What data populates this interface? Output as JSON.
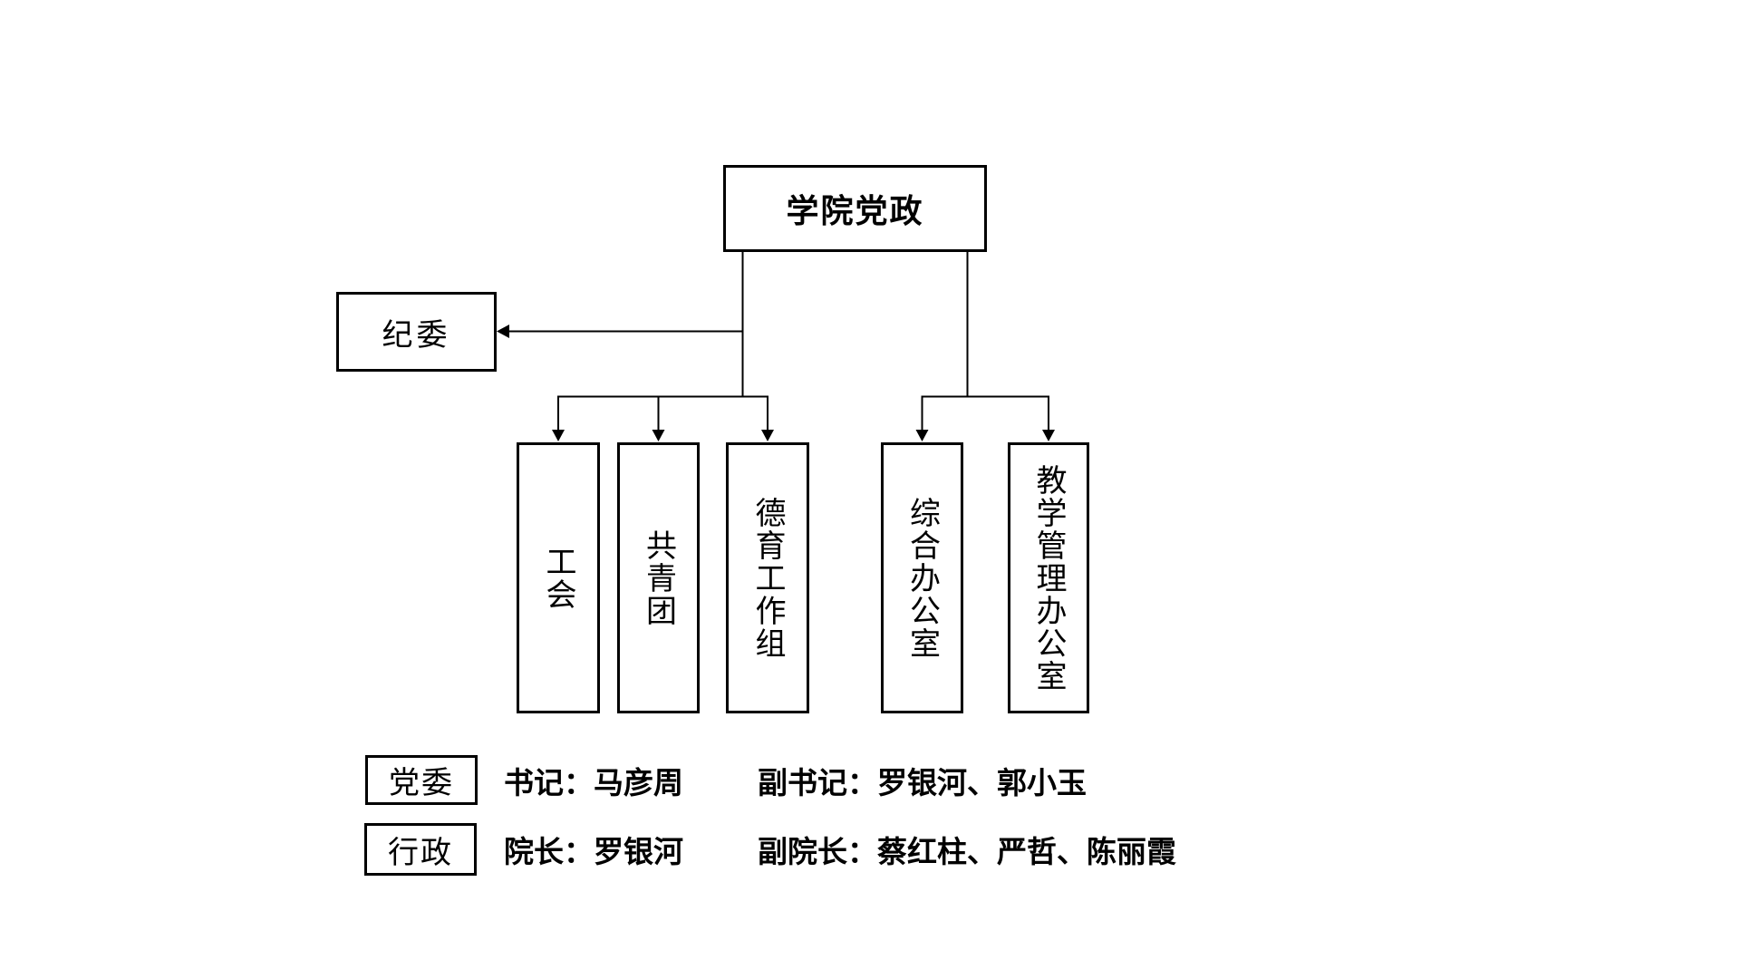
{
  "diagram": {
    "root": {
      "label": "学院党政"
    },
    "jiwei": {
      "label": "纪委"
    },
    "departments": [
      {
        "label": "工会"
      },
      {
        "label": "共青团"
      },
      {
        "label": "德育工作组"
      },
      {
        "label": "综合办公室"
      },
      {
        "label": "教学管理办公室"
      }
    ],
    "legend": [
      {
        "category": "党委",
        "entries": [
          "书记：马彦周",
          "副书记：罗银河、郭小玉"
        ]
      },
      {
        "category": "行政",
        "entries": [
          "院长：罗银河",
          "副院长：蔡红柱、严哲、陈丽霞"
        ]
      }
    ],
    "colors": {
      "line": "#000000",
      "text": "#000000",
      "background": "#ffffff"
    }
  }
}
